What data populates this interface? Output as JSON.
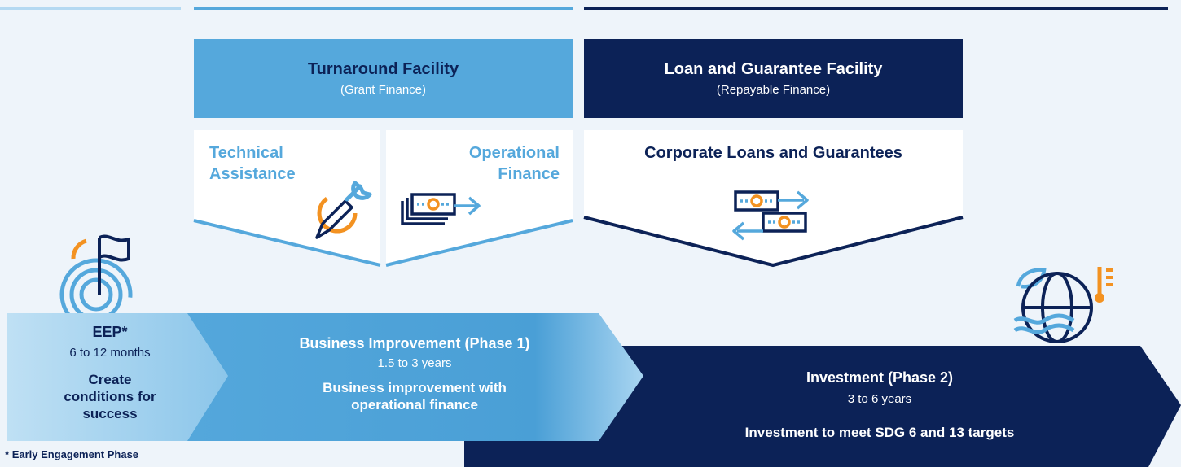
{
  "facilities": {
    "turnaround": {
      "title": "Turnaround Facility",
      "subtitle": "(Grant Finance)",
      "technical_assistance": "Technical Assistance",
      "operational_finance": "Operational Finance"
    },
    "loan": {
      "title": "Loan and Guarantee Facility",
      "subtitle": "(Repayable Finance)",
      "corporate": "Corporate Loans and Guarantees"
    }
  },
  "phases": [
    {
      "title": "EEP*",
      "duration": "6 to 12 months",
      "description": "Create conditions for success"
    },
    {
      "title": "Business Improvement (Phase 1)",
      "duration": "1.5 to 3 years",
      "description": "Business improvement with operational finance"
    },
    {
      "title": "Investment (Phase 2)",
      "duration": "3 to 6 years",
      "description": "Investment to meet SDG 6 and 13 targets"
    }
  ],
  "footnote": {
    "marker": "*",
    "text": "Early Engagement Phase"
  },
  "colors": {
    "light_blue": "#55a8dc",
    "navy": "#0c2257",
    "pale_blue": "#b4d9f2",
    "orange": "#f39221",
    "background": "#eef4fa"
  },
  "icons": [
    "target-flag-icon",
    "wrench-screwdriver-icon",
    "banknote-transfer-icon",
    "banknote-exchange-icon",
    "globe-climate-icon"
  ]
}
